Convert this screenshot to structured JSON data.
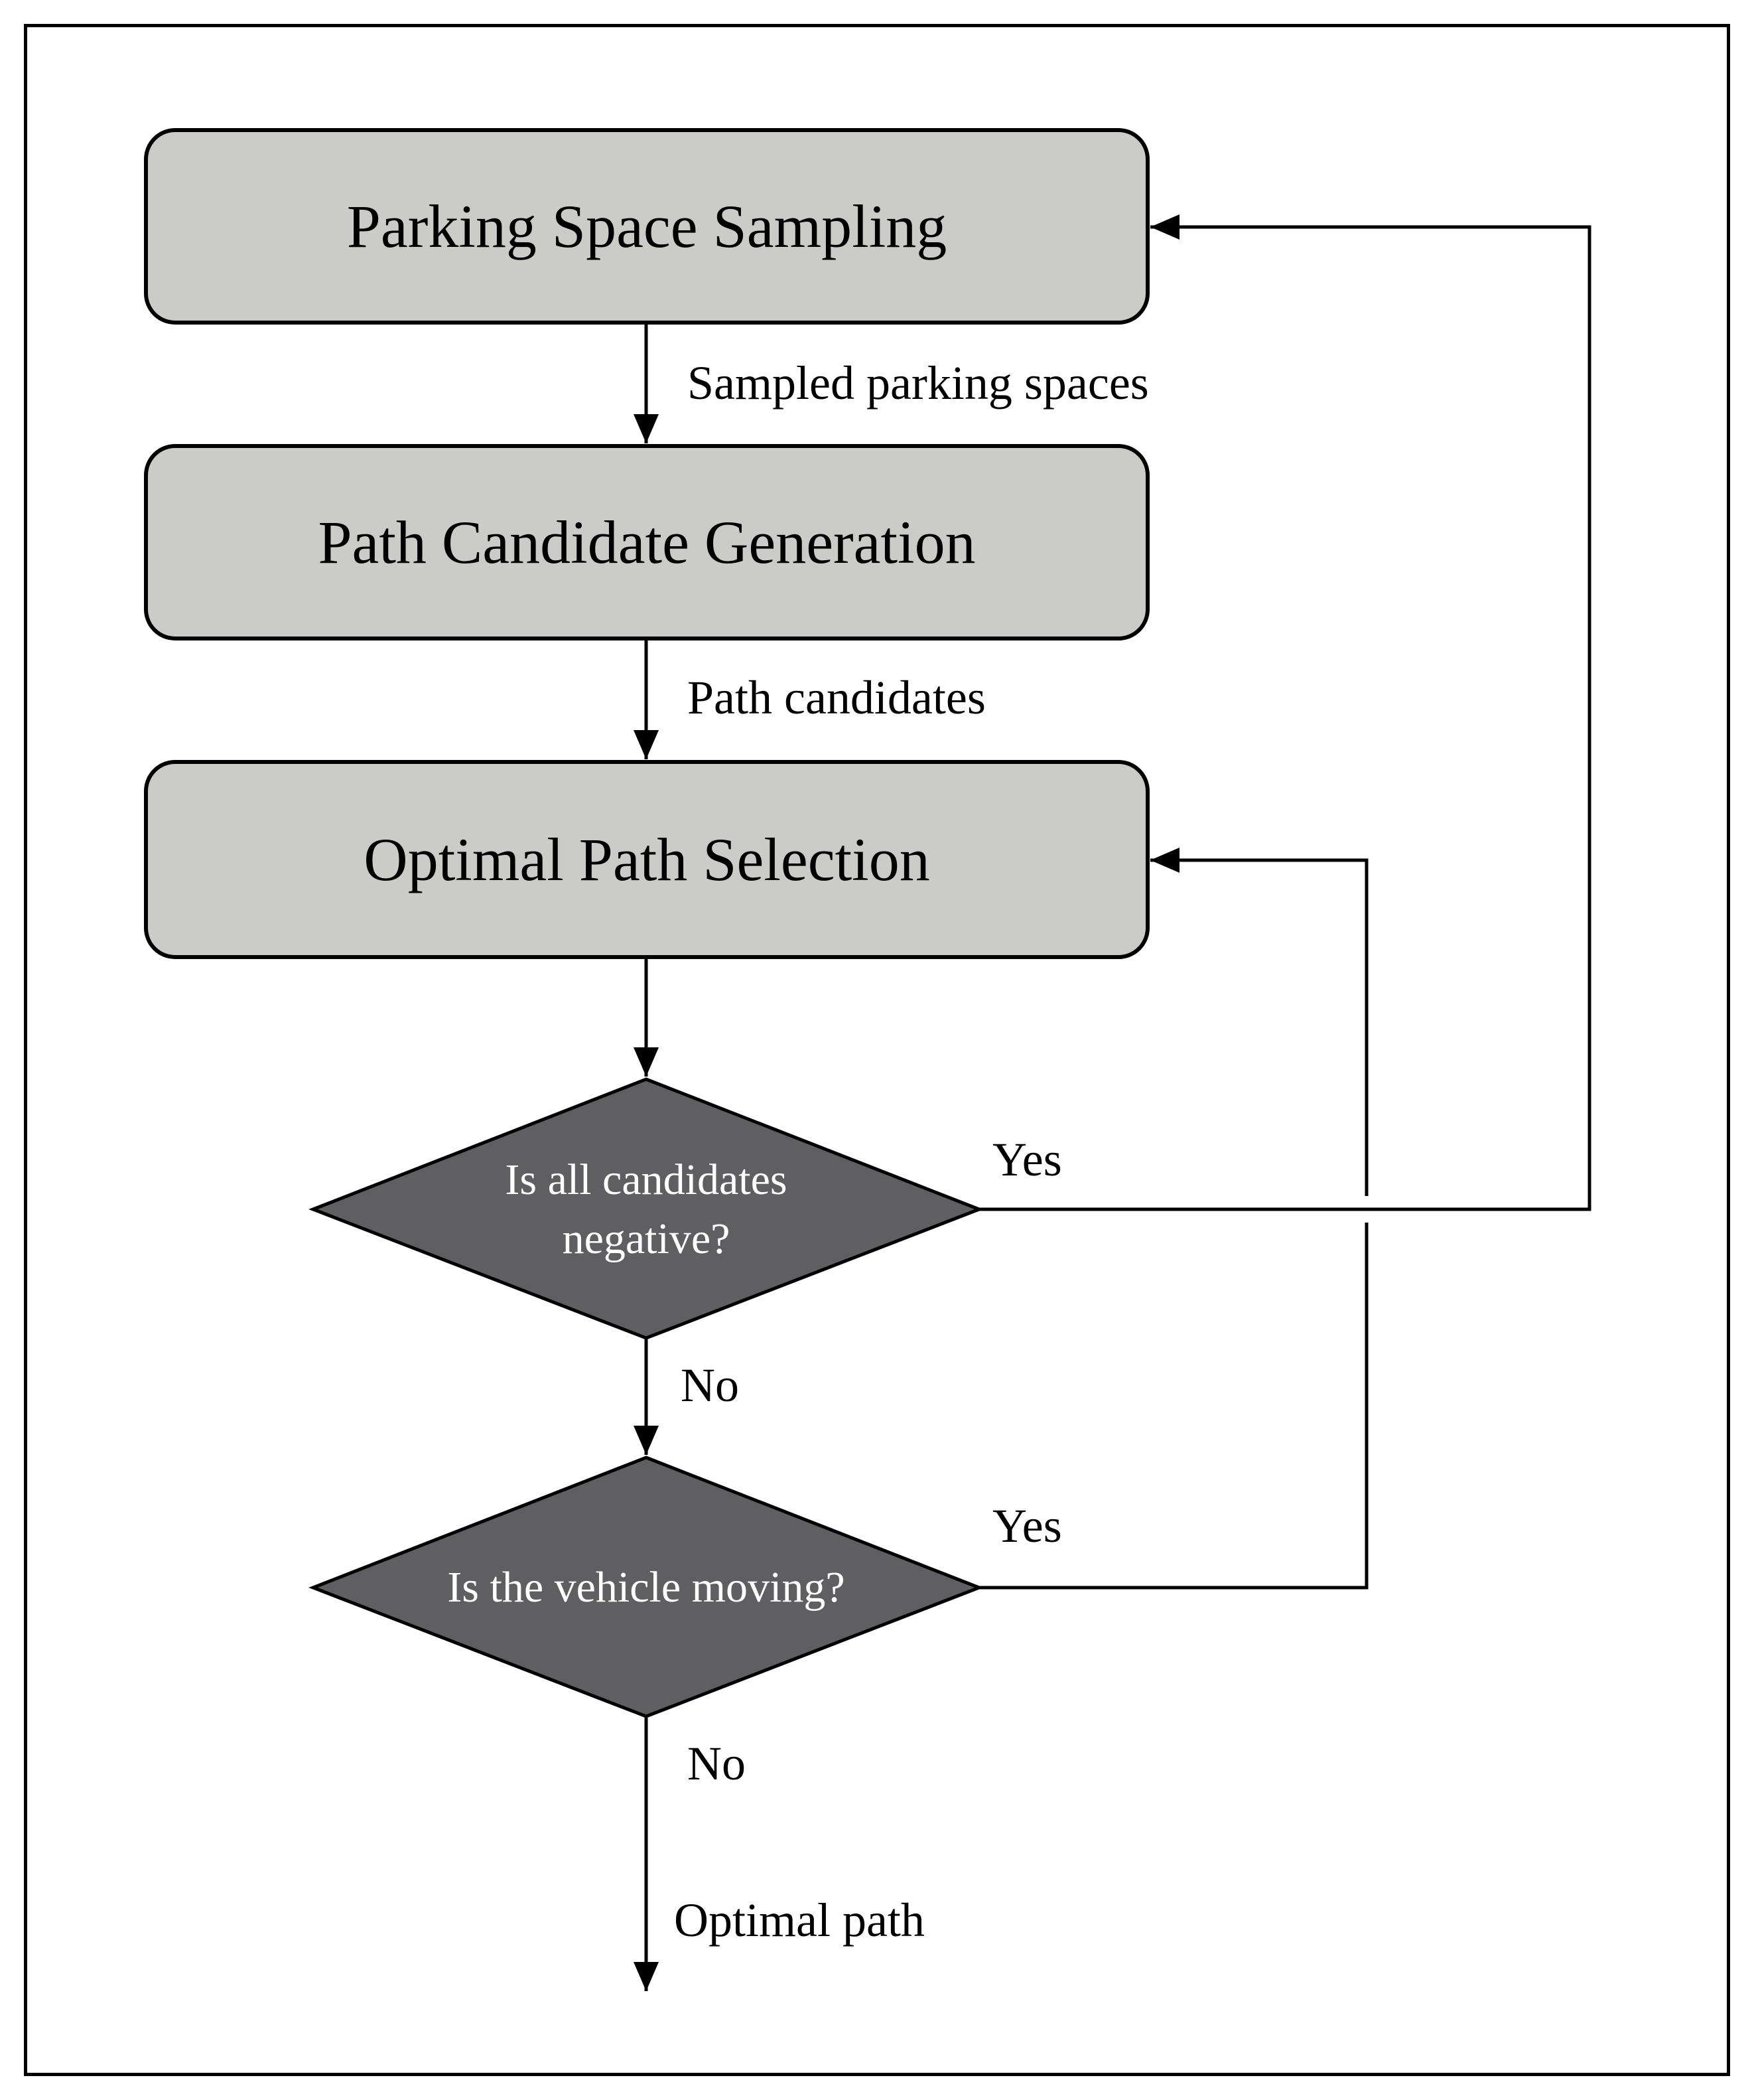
{
  "nodes": {
    "parking_space_sampling": "Parking Space Sampling",
    "path_candidate_generation": "Path Candidate Generation",
    "optimal_path_selection": "Optimal Path Selection",
    "decision_all_negative": "Is all candidates negative?",
    "decision_vehicle_moving": "Is the vehicle moving?"
  },
  "edge_labels": {
    "sampled_parking_spaces": "Sampled parking spaces",
    "path_candidates": "Path candidates",
    "yes_all_negative": "Yes",
    "no_all_negative": "No",
    "yes_vehicle_moving": "Yes",
    "no_vehicle_moving": "No",
    "optimal_path": "Optimal path"
  },
  "colors": {
    "process_fill": "#cbcbc8",
    "decision_fill": "#5f5f61",
    "stroke": "#000000",
    "decision_text": "#ffffff"
  }
}
